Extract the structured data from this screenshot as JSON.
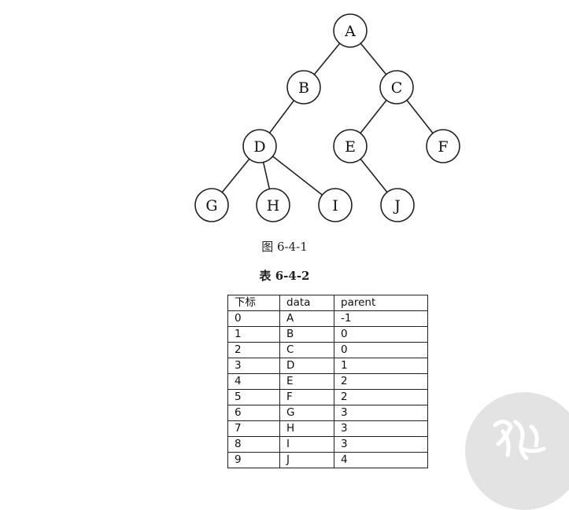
{
  "figure_caption": "图 6-4-1",
  "table_caption": "表 6-4-2",
  "tree": {
    "nodes": [
      {
        "id": "A",
        "label": "A"
      },
      {
        "id": "B",
        "label": "B"
      },
      {
        "id": "C",
        "label": "C"
      },
      {
        "id": "D",
        "label": "D"
      },
      {
        "id": "E",
        "label": "E"
      },
      {
        "id": "F",
        "label": "F"
      },
      {
        "id": "G",
        "label": "G"
      },
      {
        "id": "H",
        "label": "H"
      },
      {
        "id": "I",
        "label": "I"
      },
      {
        "id": "J",
        "label": "J"
      }
    ],
    "edges": [
      [
        "A",
        "B"
      ],
      [
        "A",
        "C"
      ],
      [
        "B",
        "D"
      ],
      [
        "C",
        "E"
      ],
      [
        "C",
        "F"
      ],
      [
        "D",
        "G"
      ],
      [
        "D",
        "H"
      ],
      [
        "D",
        "I"
      ],
      [
        "E",
        "J"
      ]
    ]
  },
  "table": {
    "headers": [
      "下标",
      "data",
      "parent"
    ],
    "rows": [
      [
        "0",
        "A",
        "-1"
      ],
      [
        "1",
        "B",
        "0"
      ],
      [
        "2",
        "C",
        "0"
      ],
      [
        "3",
        "D",
        "1"
      ],
      [
        "4",
        "E",
        "2"
      ],
      [
        "5",
        "F",
        "2"
      ],
      [
        "6",
        "G",
        "3"
      ],
      [
        "7",
        "H",
        "3"
      ],
      [
        "8",
        "I",
        "3"
      ],
      [
        "9",
        "J",
        "4"
      ]
    ]
  },
  "colors": {
    "stroke": "#222222",
    "watermark": "#e3e3e3"
  }
}
